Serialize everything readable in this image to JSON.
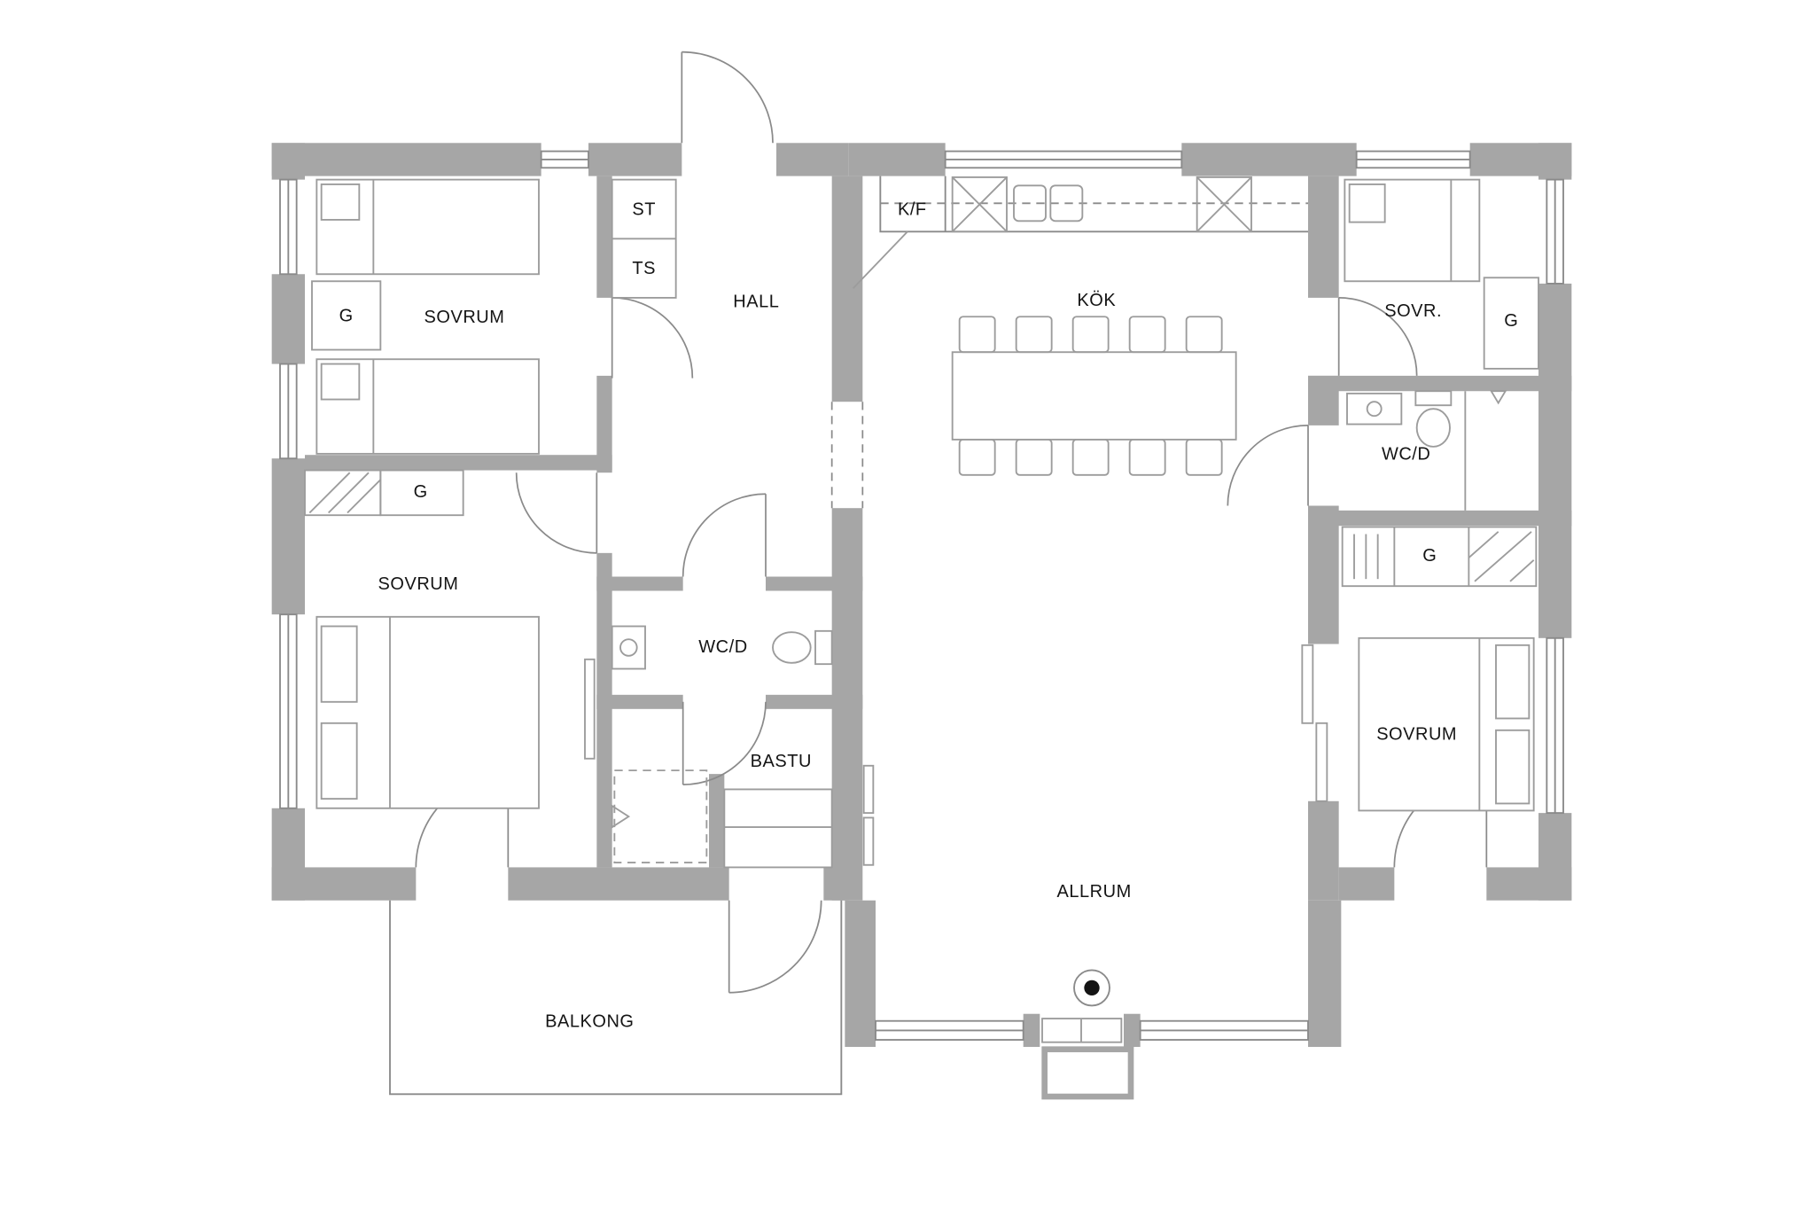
{
  "labels": {
    "sovrum_tl": "SOVRUM",
    "sovrum_bl": "SOVRUM",
    "sovrum_br": "SOVRUM",
    "sovr_tr": "SOVR.",
    "hall": "HALL",
    "kok": "KÖK",
    "kf": "K/F",
    "st": "ST",
    "ts": "TS",
    "wcd_left": "WC/D",
    "wcd_right": "WC/D",
    "bastu": "BASTU",
    "allrum": "ALLRUM",
    "balkong": "BALKONG",
    "g_tl": "G",
    "g_ml": "G",
    "g_tr": "G",
    "g_mr": "G"
  },
  "colors": {
    "wall": "#a6a6a6",
    "outline": "#8a8a8a",
    "furniture": "#9c9c9c",
    "text": "#141414",
    "background": "#ffffff"
  }
}
